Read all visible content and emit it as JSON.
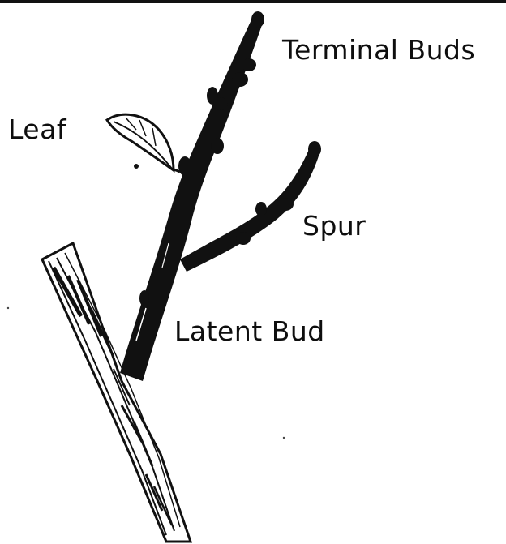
{
  "labels": {
    "terminal_buds": "Terminal Buds",
    "leaf": "Leaf",
    "spur": "Spur",
    "latent_bud": "Latent Bud"
  },
  "colors": {
    "ink": "#111111",
    "paper": "#ffffff"
  }
}
